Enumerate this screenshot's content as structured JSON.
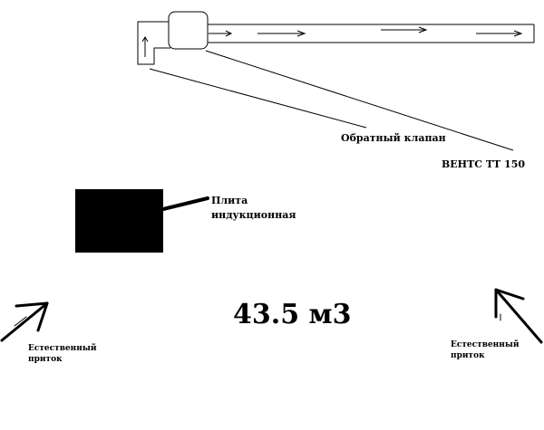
{
  "labels": {
    "check_valve": "Обратный клапан",
    "fan_model": "ВЕНТС ТТ 150",
    "stove_line1": "Плита",
    "stove_line2": "индукционная",
    "volume": "43.5 м3",
    "inlet_left_line1": "Естественный",
    "inlet_left_line2": "приток",
    "inlet_right_line1": "Естественный",
    "inlet_right_line2": "приток"
  },
  "colors": {
    "ink": "#000000",
    "background": "#ffffff"
  }
}
